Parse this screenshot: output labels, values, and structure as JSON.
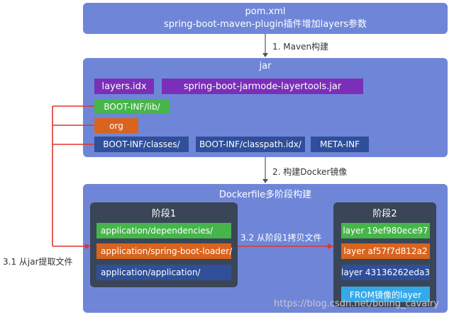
{
  "top_box": {
    "line1": "pom.xml",
    "line2": "spring-boot-maven-plugin插件增加layers参数"
  },
  "step1_label": "1. Maven构建",
  "jar_panel": {
    "title": "jar",
    "layers_idx": "layers.idx",
    "layertools": "spring-boot-jarmode-layertools.jar",
    "boot_lib": "BOOT-INF/lib/",
    "org": "org",
    "boot_classes": "BOOT-INF/classes/",
    "classpath_idx": "BOOT-INF/classpath.idx/",
    "meta_inf": "META-INF"
  },
  "step2_label": "2. 构建Docker镜像",
  "dockerfile_panel": {
    "title": "Dockerfile多阶段构建",
    "stage1": {
      "title": "阶段1",
      "items": [
        "application/dependencies/",
        "application/spring-boot-loader/",
        "application/application/"
      ]
    },
    "stage2": {
      "title": "阶段2",
      "items": [
        "layer 19ef980ece97",
        "layer af57f7d812a2",
        "layer 43136262eda3",
        "FROM镜像的layer"
      ]
    }
  },
  "copy_label": "3.2 从阶段1拷贝文件",
  "extract_label": "3.1 从jar提取文件",
  "watermark": "https://blog.csdn.net/boling_cavalry",
  "colors": {
    "panel": "#6f86d8",
    "purple": "#7b2fb8",
    "green": "#46b54a",
    "orange": "#d9641e",
    "darkblue": "#2f4f9b",
    "lightblue": "#35a9e8",
    "stage": "#3a4657",
    "arrow_red": "#e0352b"
  }
}
